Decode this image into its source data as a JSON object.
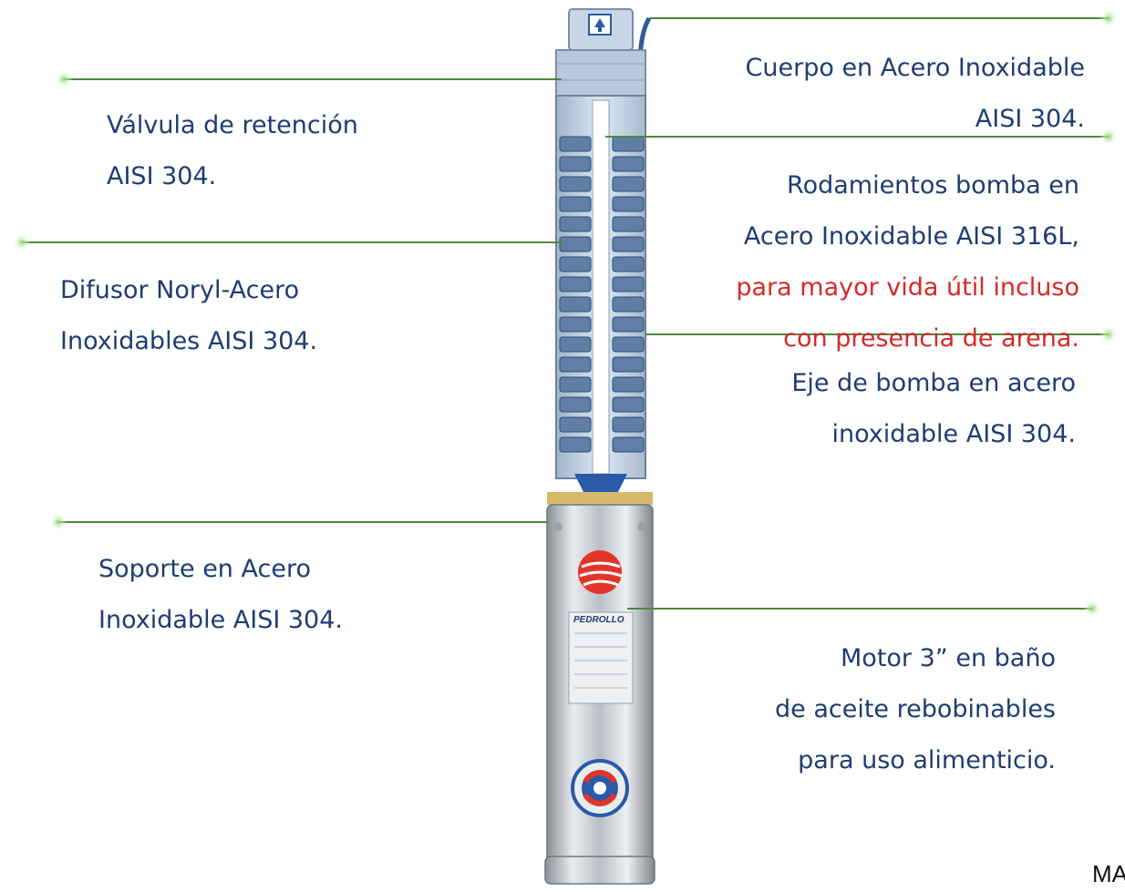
{
  "callouts": {
    "valvula": {
      "line1": "Válvula de retención",
      "line2": "AISI 304."
    },
    "difusor": {
      "line1": "Difusor Noryl-Acero",
      "line2": "Inoxidables AISI 304."
    },
    "soporte": {
      "line1": "Soporte en Acero",
      "line2": "Inoxidable AISI 304."
    },
    "cuerpo": {
      "line1": "Cuerpo en Acero Inoxidable",
      "line2": "AISI 304."
    },
    "rodamientos": {
      "line1": "Rodamientos bomba en",
      "line2": "Acero Inoxidable AISI 316L,",
      "line3": "para mayor vida útil incluso",
      "line4": "con presencia de arena."
    },
    "eje": {
      "line1": "Eje de bomba en acero",
      "line2": "inoxidable AISI 304."
    },
    "motor": {
      "line1": "Motor 3” en baño",
      "line2": "de aceite rebobinables",
      "line3": "para uso alimenticio."
    }
  },
  "product": {
    "brand": "PEDROLLO"
  },
  "corner_text": "MA",
  "colors": {
    "text": "#1f3c73",
    "highlight": "#d62a26",
    "leader_line": "#4a8a3c",
    "leader_dot": "#6dbb4a",
    "steel": "#c9ced4",
    "pump_blue": "#2a5aa8"
  }
}
